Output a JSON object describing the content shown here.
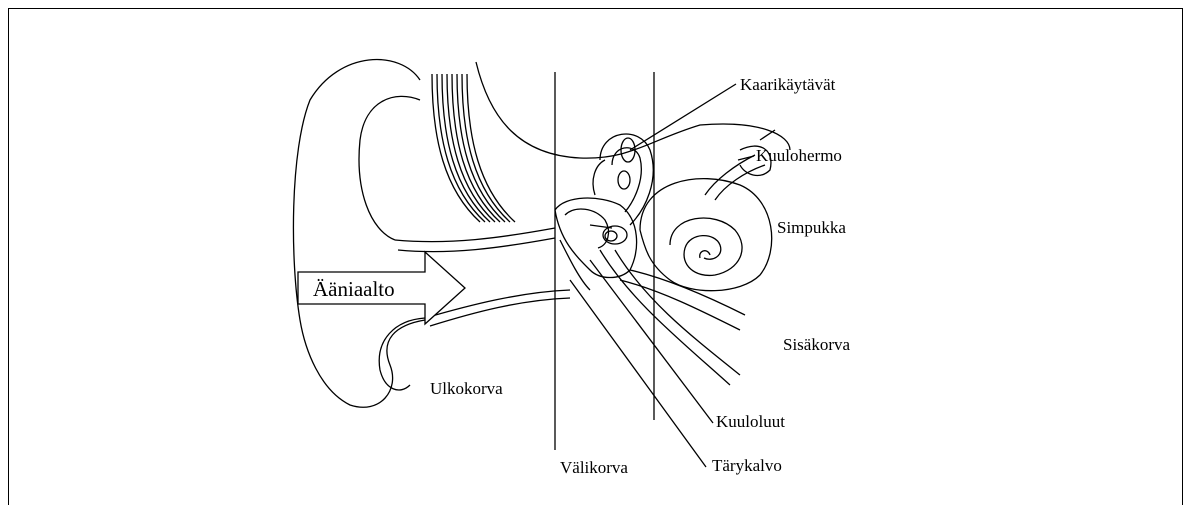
{
  "labels": {
    "semicircular_canals": "Kaarikäytävät",
    "auditory_nerve": "Kuulohermo",
    "cochlea": "Simpukka",
    "sound_wave": "Ääniaalto",
    "inner_ear": "Sisäkorva",
    "outer_ear": "Ulkokorva",
    "ossicles": "Kuuloluut",
    "middle_ear": "Välikorva",
    "eardrum": "Tärykalvo"
  }
}
